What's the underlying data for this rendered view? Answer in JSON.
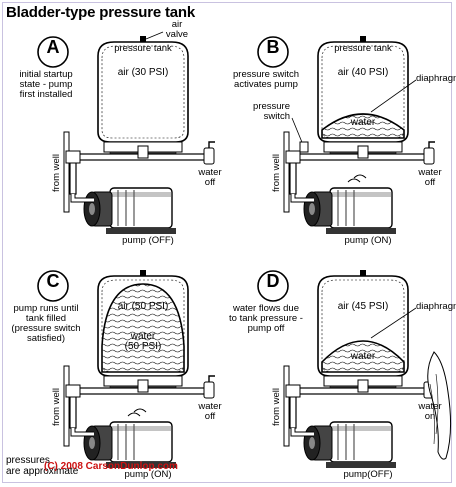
{
  "title": "Bladder-type pressure tank",
  "panels": [
    {
      "letter": "A",
      "caption": [
        "initial startup",
        "state - pump",
        "first installed"
      ],
      "tank_label": "pressure tank",
      "air_valve_label": [
        "air",
        "valve"
      ],
      "air_label": "air (30 PSI)",
      "from_well": "from well",
      "water_label": [
        "water",
        "off"
      ],
      "pump_label": "pump (OFF)"
    },
    {
      "letter": "B",
      "caption": [
        "pressure switch",
        "activates pump"
      ],
      "tank_label": "pressure tank",
      "air_label": "air (40 PSI)",
      "diaphragm_label": "diaphragm",
      "switch_label": [
        "pressure",
        "switch"
      ],
      "inner_water": "water",
      "from_well": "from well",
      "water_label": [
        "water",
        "off"
      ],
      "pump_label": "pump (ON)"
    },
    {
      "letter": "C",
      "caption": [
        "pump runs until",
        "tank  filled",
        "(pressure switch",
        "satisfied)"
      ],
      "air_label": "air (50 PSI)",
      "inner_water": [
        "water",
        "(50 PSI)"
      ],
      "from_well": "from well",
      "water_label": [
        "water",
        "off"
      ],
      "pump_label": "pump (ON)"
    },
    {
      "letter": "D",
      "caption": [
        "water flows due",
        "to tank pressure -",
        "pump off"
      ],
      "air_label": "air (45 PSI)",
      "diaphragm_label": "diaphragm",
      "inner_water": "water",
      "from_well": "from well",
      "water_label": [
        "water",
        "on"
      ],
      "pump_label": "pump(OFF)"
    }
  ],
  "footnote": [
    "pressures",
    "are approximate"
  ],
  "copyright": "(C) 2008 CarsonDunlop.com",
  "colors": {
    "ink": "#000000",
    "copyright": "#cc1111",
    "frame": "#c9c2e0",
    "water": "#ffffff"
  }
}
